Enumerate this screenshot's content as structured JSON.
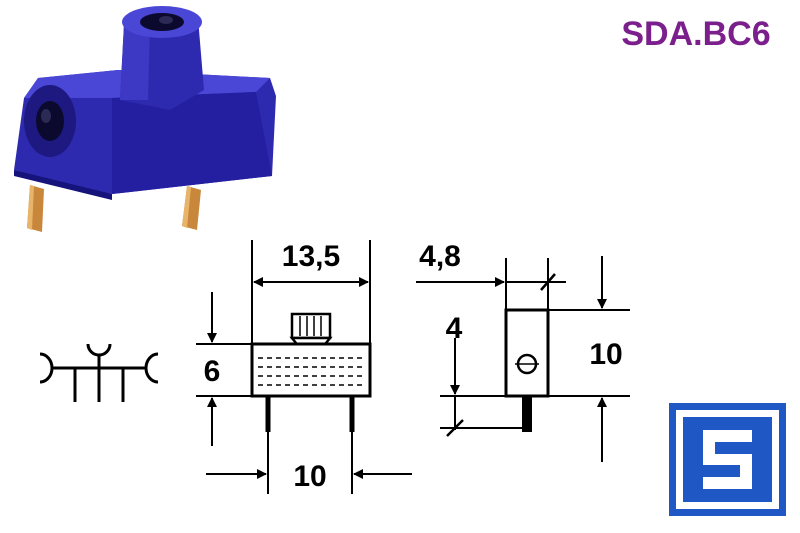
{
  "product_code": "SDA.BC6",
  "dimensions": {
    "width": "13,5",
    "height": "6",
    "pin_spacing": "10",
    "depth": "4,8",
    "side_height": "10",
    "side_offset": "4"
  },
  "logo": {
    "letter": "S"
  },
  "colors": {
    "product_code": "#7b1f8c",
    "body_blue": "#2e2ab0",
    "body_blue_dark": "#16137a",
    "body_blue_light": "#4a47d6",
    "pin_gold": "#c8873a",
    "logo_blue": "#1f57c4",
    "line": "#000000"
  }
}
